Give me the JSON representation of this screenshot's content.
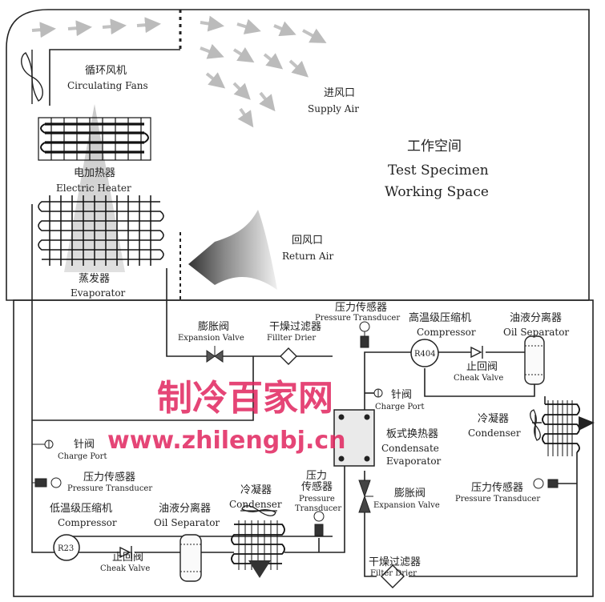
{
  "labels": {
    "circulating_fans_cn": "循环风机",
    "circulating_fans_en": "Circulating Fans",
    "supply_air_cn": "进风口",
    "supply_air_en": "Supply Air",
    "working_space_cn": "工作空间",
    "working_space_en1": "Test Specimen",
    "working_space_en2": "Working Space",
    "electric_heater_cn": "电加热器",
    "electric_heater_en": "Electric Heater",
    "return_air_cn": "回风口",
    "return_air_en": "Return Air",
    "evaporator_cn": "蒸发器",
    "evaporator_en": "Evaporator",
    "pressure_transducer_top_cn": "压力传感器",
    "pressure_transducer_top_en": "Pressure Transducer",
    "ht_compressor_cn": "高温级压缩机",
    "ht_compressor_en": "Compressor",
    "ht_oil_sep_cn": "油液分离器",
    "ht_oil_sep_en": "Oil Separator",
    "expansion_valve_top_cn": "膨胀阀",
    "expansion_valve_top_en": "Expansion Valve",
    "filter_drier_top_cn": "干燥过滤器",
    "filter_drier_top_en": "Fillter Drier",
    "r404": "R404",
    "check_valve_top_cn": "止回阀",
    "check_valve_top_en": "Cheak Valve",
    "charge_port_right_cn": "针阀",
    "charge_port_right_en": "Charge Port",
    "ht_condenser_cn": "冷凝器",
    "ht_condenser_en": "Condenser",
    "plate_hx_cn": "板式换热器",
    "plate_hx_en1": "Condensate",
    "plate_hx_en2": "Evaporator",
    "charge_port_left_cn": "针阀",
    "charge_port_left_en": "Charge Port",
    "pressure_transducer_left_cn": "压力传感器",
    "pressure_transducer_left_en": "Pressure Transducer",
    "pressure_transducer_right_cn": "压力传感器",
    "pressure_transducer_right_en": "Pressure Transducer",
    "lt_compressor_cn": "低温级压缩机",
    "lt_compressor_en": "Compressor",
    "lt_oil_sep_cn": "油液分离器",
    "lt_oil_sep_en": "Oil Separator",
    "lt_condenser_cn": "冷凝器",
    "lt_condenser_en": "Condenser",
    "pressure_transducer_mid_cn1": "压力",
    "pressure_transducer_mid_cn2": "传感器",
    "pressure_transducer_mid_en1": "Pressure",
    "pressure_transducer_mid_en2": "Transducer",
    "expansion_valve_bottom_cn": "膨胀阀",
    "expansion_valve_bottom_en": "Expansion Valve",
    "r23": "R23",
    "check_valve_bottom_cn": "止回阀",
    "check_valve_bottom_en": "Cheak Valve",
    "filter_drier_bottom_cn": "干燥过滤器",
    "filter_drier_bottom_en": "Filter Drier"
  },
  "watermark": {
    "cn": "制冷百家网",
    "url": "www.zhilengbj.cn",
    "color": "#e0245e"
  },
  "colors": {
    "line": "#222222",
    "airflow": "#b8b8b8"
  }
}
